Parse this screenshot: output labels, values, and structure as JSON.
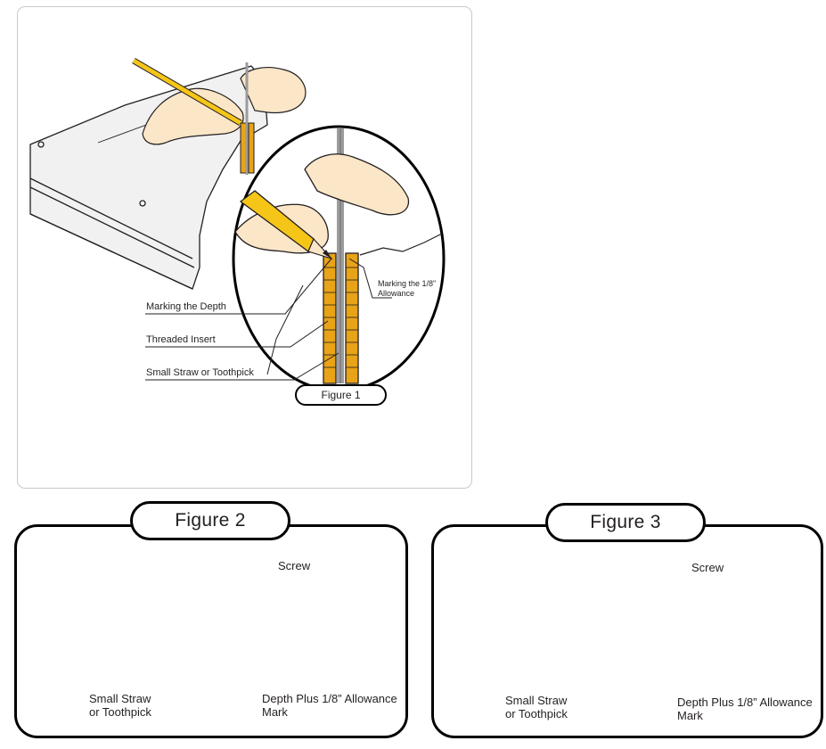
{
  "figure1": {
    "caption": "Figure 1",
    "callout_allowance_line1": "Marking the 1/8”",
    "callout_allowance_line2": "Allowance",
    "label_depth": "Marking the Depth",
    "label_insert": "Threaded Insert",
    "label_straw": "Small Straw or Toothpick"
  },
  "figure2": {
    "caption": "Figure 2",
    "label_screw": "Screw",
    "label_straw_line1": "Small Straw",
    "label_straw_line2": "or Toothpick",
    "label_mark_line1": "Depth Plus 1/8” Allowance",
    "label_mark_line2": "Mark"
  },
  "figure3": {
    "caption": "Figure 3",
    "label_screw": "Screw",
    "label_straw_line1": "Small Straw",
    "label_straw_line2": "or Toothpick",
    "label_mark_line1": "Depth Plus 1/8” Allowance",
    "label_mark_line2": "Mark",
    "prohibition_icon": "no-sign-icon"
  },
  "colors": {
    "skin": "#fbe6c8",
    "pencil_yellow": "#f5c518",
    "insert_gold": "#e8a317",
    "steel": "#9c9c9c",
    "board": "#f1f1f1",
    "prohibit_red": "#e02020"
  }
}
